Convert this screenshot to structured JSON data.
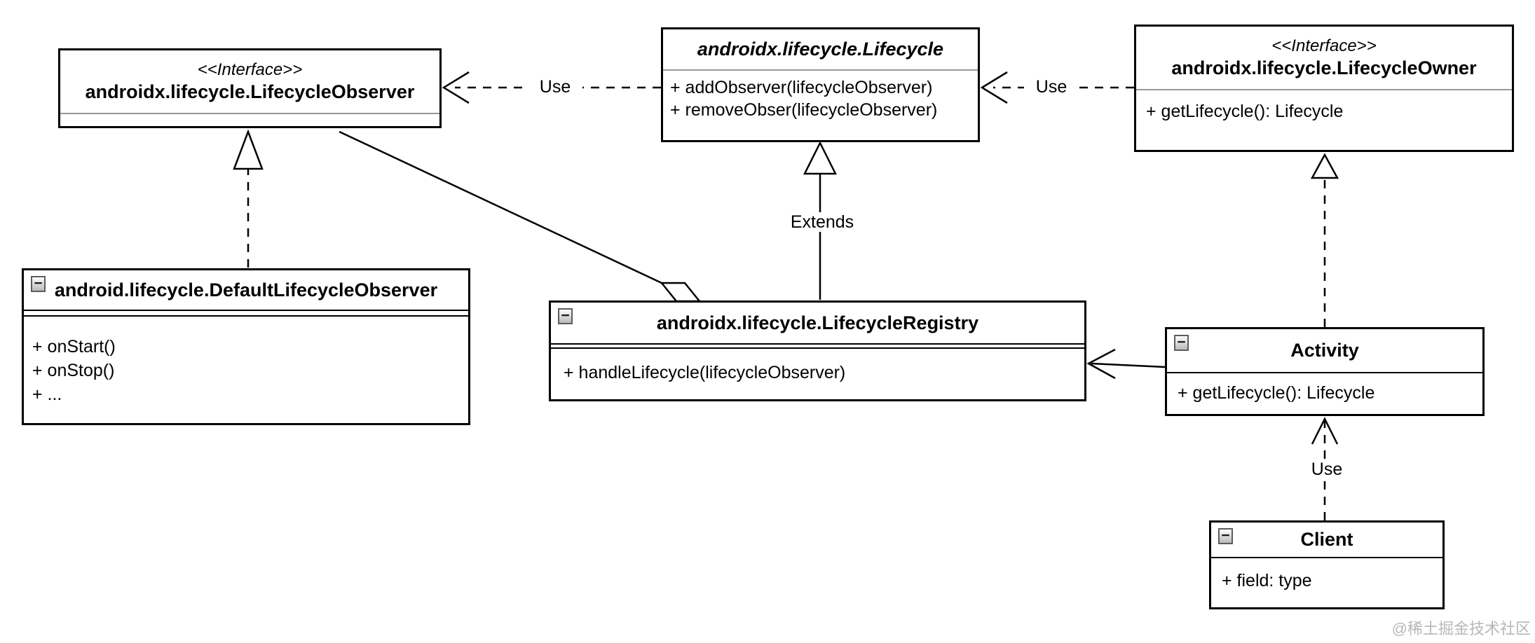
{
  "diagram": {
    "watermark": "@稀土掘金技术社区",
    "icons": {
      "collapse": "−"
    },
    "colors": {
      "stroke": "#000000",
      "divider_gray": "#979797",
      "watermark_gray": "#b7b7b7"
    },
    "classes": {
      "lifecycle_observer": {
        "stereotype": "<<Interface>>",
        "name": "androidx.lifecycle.LifecycleObserver"
      },
      "lifecycle": {
        "name": "androidx.lifecycle.Lifecycle",
        "methods": [
          "+ addObserver(lifecycleObserver)",
          "+ removeObser(lifecycleObserver)"
        ]
      },
      "lifecycle_owner": {
        "stereotype": "<<Interface>>",
        "name": "androidx.lifecycle.LifecycleOwner",
        "methods": [
          "+ getLifecycle(): Lifecycle"
        ]
      },
      "default_lifecycle_observer": {
        "name": "android.lifecycle.DefaultLifecycleObserver",
        "methods": [
          "+ onStart()",
          "+ onStop()",
          "+ ..."
        ]
      },
      "lifecycle_registry": {
        "name": "androidx.lifecycle.LifecycleRegistry",
        "methods": [
          "+ handleLifecycle(lifecycleObserver)"
        ]
      },
      "activity": {
        "name": "Activity",
        "methods": [
          "+ getLifecycle(): Lifecycle"
        ]
      },
      "client": {
        "name": "Client",
        "methods": [
          "+ field: type"
        ]
      }
    },
    "edge_labels": {
      "use_lifecycle_to_observer": "Use",
      "use_owner_to_lifecycle": "Use",
      "extends_registry_to_lifecycle": "Extends",
      "use_client_to_activity": "Use"
    }
  }
}
